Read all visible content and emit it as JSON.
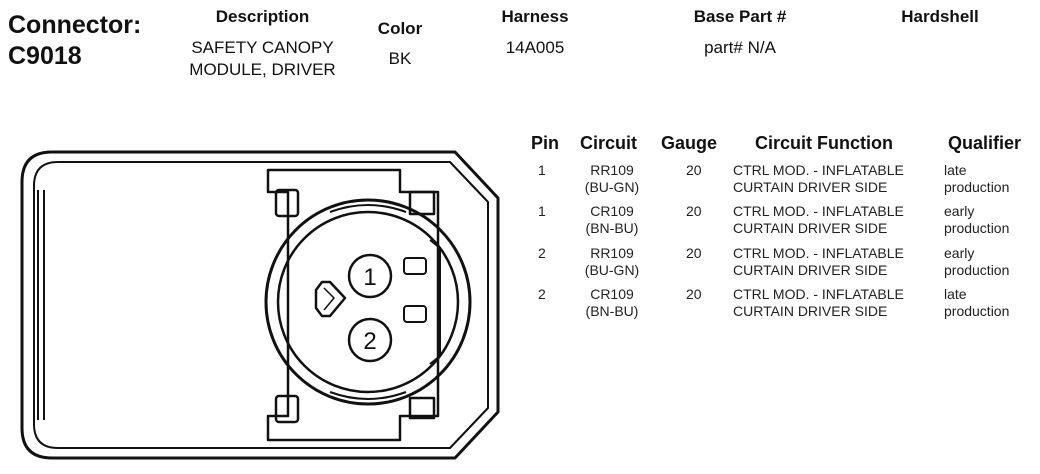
{
  "header": {
    "connector_title": "Connector:",
    "connector_id": "C9018",
    "description_label": "Description",
    "description_lines": [
      "SAFETY CANOPY",
      "MODULE, DRIVER"
    ],
    "color_label": "Color",
    "color_value": "BK",
    "harness_label": "Harness",
    "harness_value": "14A005",
    "base_part_label": "Base Part #",
    "base_part_value": "part# N/A",
    "hardshell_label": "Hardshell"
  },
  "diagram": {
    "pin_labels": [
      "1",
      "2"
    ]
  },
  "table": {
    "columns": [
      "Pin",
      "Circuit",
      "Gauge",
      "Circuit Function",
      "Qualifier"
    ],
    "rows": [
      {
        "pin": "1",
        "circuit": [
          "RR109",
          "(BU-GN)"
        ],
        "gauge": "20",
        "function": [
          "CTRL MOD. - INFLATABLE",
          "CURTAIN DRIVER SIDE"
        ],
        "qualifier": [
          "late",
          "production"
        ]
      },
      {
        "pin": "1",
        "circuit": [
          "CR109",
          "(BN-BU)"
        ],
        "gauge": "20",
        "function": [
          "CTRL MOD. - INFLATABLE",
          "CURTAIN DRIVER SIDE"
        ],
        "qualifier": [
          "early",
          "production"
        ]
      },
      {
        "pin": "2",
        "circuit": [
          "RR109",
          "(BU-GN)"
        ],
        "gauge": "20",
        "function": [
          "CTRL MOD. - INFLATABLE",
          "CURTAIN DRIVER SIDE"
        ],
        "qualifier": [
          "early",
          "production"
        ]
      },
      {
        "pin": "2",
        "circuit": [
          "CR109",
          "(BN-BU)"
        ],
        "gauge": "20",
        "function": [
          "CTRL MOD. - INFLATABLE",
          "CURTAIN DRIVER SIDE"
        ],
        "qualifier": [
          "late",
          "production"
        ]
      }
    ]
  }
}
